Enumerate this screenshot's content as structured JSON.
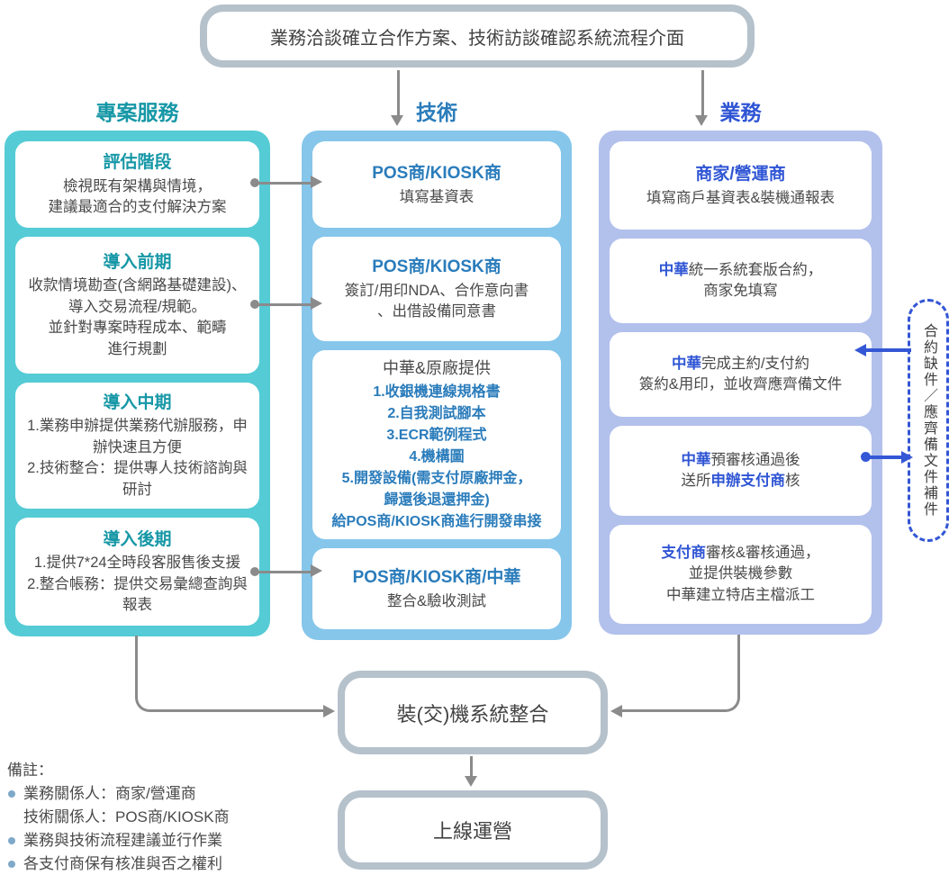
{
  "top_box": {
    "label": "業務洽談確立合作方案、技術訪談確認系統流程介面"
  },
  "columns": {
    "project": {
      "header": "專案服務",
      "boxes": [
        {
          "title": "評估階段",
          "body": "檢視既有架構與情境，\n建議最適合的支付解決方案"
        },
        {
          "title": "導入前期",
          "body": "收款情境勘查(含網路基礎建設)、\n導入交易流程/規範。\n並針對專案時程成本、範疇\n進行規劃"
        },
        {
          "title": "導入中期",
          "body": "1.業務申辦提供業務代辦服務，申\n辦快速且方便\n2.技術整合：提供專人技術諮詢與\n研討"
        },
        {
          "title": "導入後期",
          "body": "1.提供7*24全時段客服售後支援\n2.整合帳務：提供交易彙總查詢與\n報表"
        }
      ]
    },
    "tech": {
      "header": "技術",
      "boxes": [
        {
          "title": "POS商/KIOSK商",
          "body": "填寫基資表"
        },
        {
          "title": "POS商/KIOSK商",
          "body": "簽訂/用印NDA、合作意向書\n、出借設備同意書"
        },
        {
          "heading": "中華&原廠提供",
          "items": [
            "1.收銀機連線規格書",
            "2.自我測試腳本",
            "3.ECR範例程式",
            "4.機構圖",
            "5.開發設備(需支付原廠押金，\n歸還後退還押金)",
            "給POS商/KIOSK商進行開發串接"
          ]
        },
        {
          "title": "POS商/KIOSK商/中華",
          "body": "整合&驗收測試"
        }
      ]
    },
    "business": {
      "header": "業務",
      "boxes": [
        {
          "title": "商家/營運商",
          "body": "填寫商戶基資表&裝機通報表"
        },
        {
          "line1_em": "中華",
          "line1_rest": "統一系統套版合約，",
          "line2": "商家免填寫"
        },
        {
          "line1_em": "中華",
          "line1_rest": "完成主約/支付約",
          "line2": "簽約&用印，並收齊應齊備文件"
        },
        {
          "line1_em": "中華",
          "line1_rest": "預審核通過後",
          "line2_pre": "送所",
          "line2_em": "申辦支付商",
          "line2_post": "核"
        },
        {
          "line1_em": "支付商",
          "line1_rest": "審核&審核通過，",
          "line2": "並提供裝機參數",
          "line3": "中華建立特店主檔派工"
        }
      ]
    }
  },
  "side_note": {
    "label": "合約缺件／應齊備文件補件"
  },
  "bottom": {
    "integration_label": "裝(交)機系統整合",
    "launch_label": "上線運營"
  },
  "notes": {
    "header": "備註：",
    "items": [
      {
        "text": "業務關係人：商家/營運商"
      },
      {
        "text": "技術關係人：POS商/KIOSK商"
      },
      {
        "text": "業務與技術流程建議並行作業"
      },
      {
        "text": "各支付商保有核准與否之權利"
      }
    ]
  },
  "colors": {
    "teal": "#55cbd5",
    "teal_text": "#1697a6",
    "sky_blue": "#86c6eb",
    "sky_text": "#2a7cbb",
    "periwinkle": "#b2c0ec",
    "royal_blue": "#2f55d4",
    "connector_blue": "#3457d5",
    "connector_gray": "#8b8b8b",
    "frame_gray": "#b5c1cb",
    "body_text": "#4a4a4a"
  }
}
